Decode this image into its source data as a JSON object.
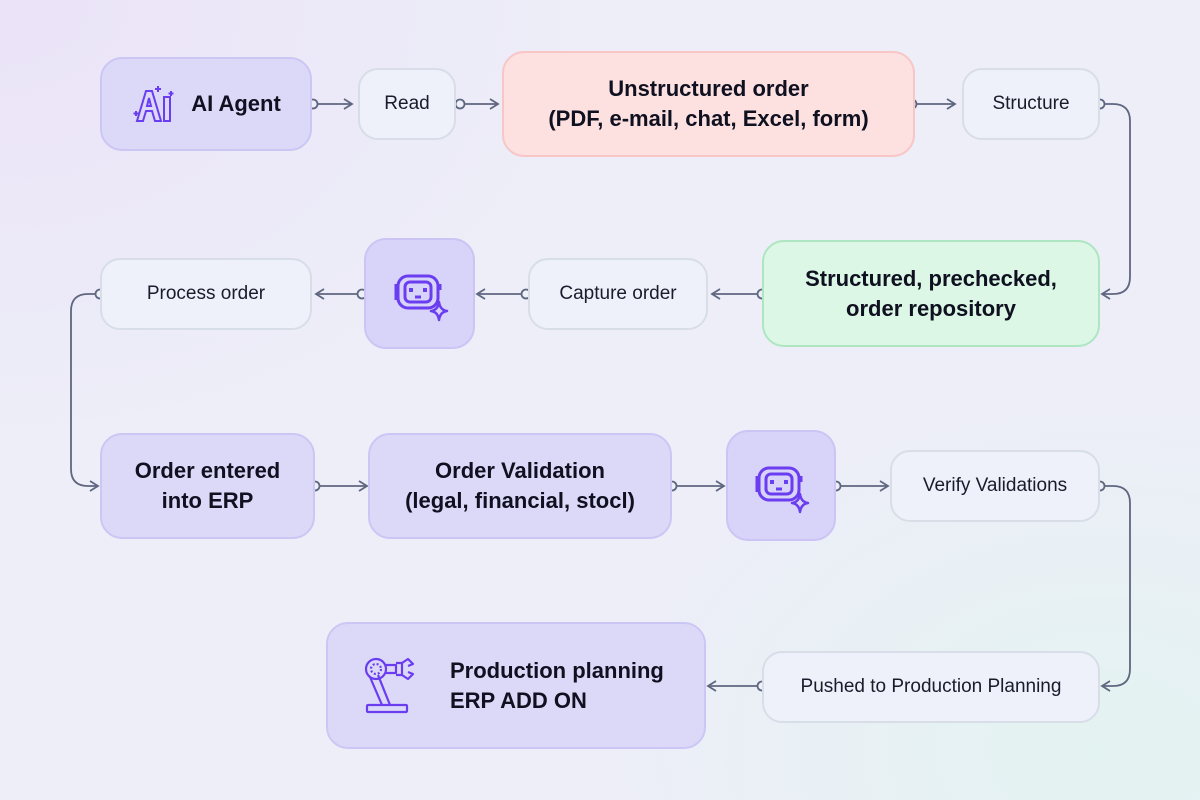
{
  "diagram": {
    "nodes": {
      "ai_agent": {
        "label": "AI Agent",
        "icon": "ai-sparkle-icon"
      },
      "read": {
        "label": "Read"
      },
      "unstructured": {
        "line1": "Unstructured order",
        "line2": "(PDF, e-mail, chat, Excel, form)"
      },
      "structure": {
        "label": "Structure"
      },
      "structured_repo": {
        "line1": "Structured, prechecked,",
        "line2": "order repository"
      },
      "capture_order": {
        "label": "Capture order"
      },
      "bot1": {
        "icon": "robot-assistant-icon"
      },
      "process_order": {
        "label": "Process order"
      },
      "order_erp": {
        "line1": "Order entered",
        "line2": "into ERP"
      },
      "order_validation": {
        "line1": "Order Validation",
        "line2": "(legal, financial, stocl)"
      },
      "bot2": {
        "icon": "robot-assistant-icon"
      },
      "verify": {
        "label": "Verify Validations"
      },
      "pushed": {
        "label": "Pushed to Production Planning"
      },
      "production": {
        "line1": "Production planning",
        "line2": "ERP ADD ON",
        "icon": "robotic-arm-icon"
      }
    },
    "colors": {
      "accent": "#6a3df0",
      "connector": "#5f6680",
      "unstructured_fill": "#fde1e1",
      "structured_fill": "#dcf7e5",
      "agent_fill": "#dcd9f8"
    }
  }
}
